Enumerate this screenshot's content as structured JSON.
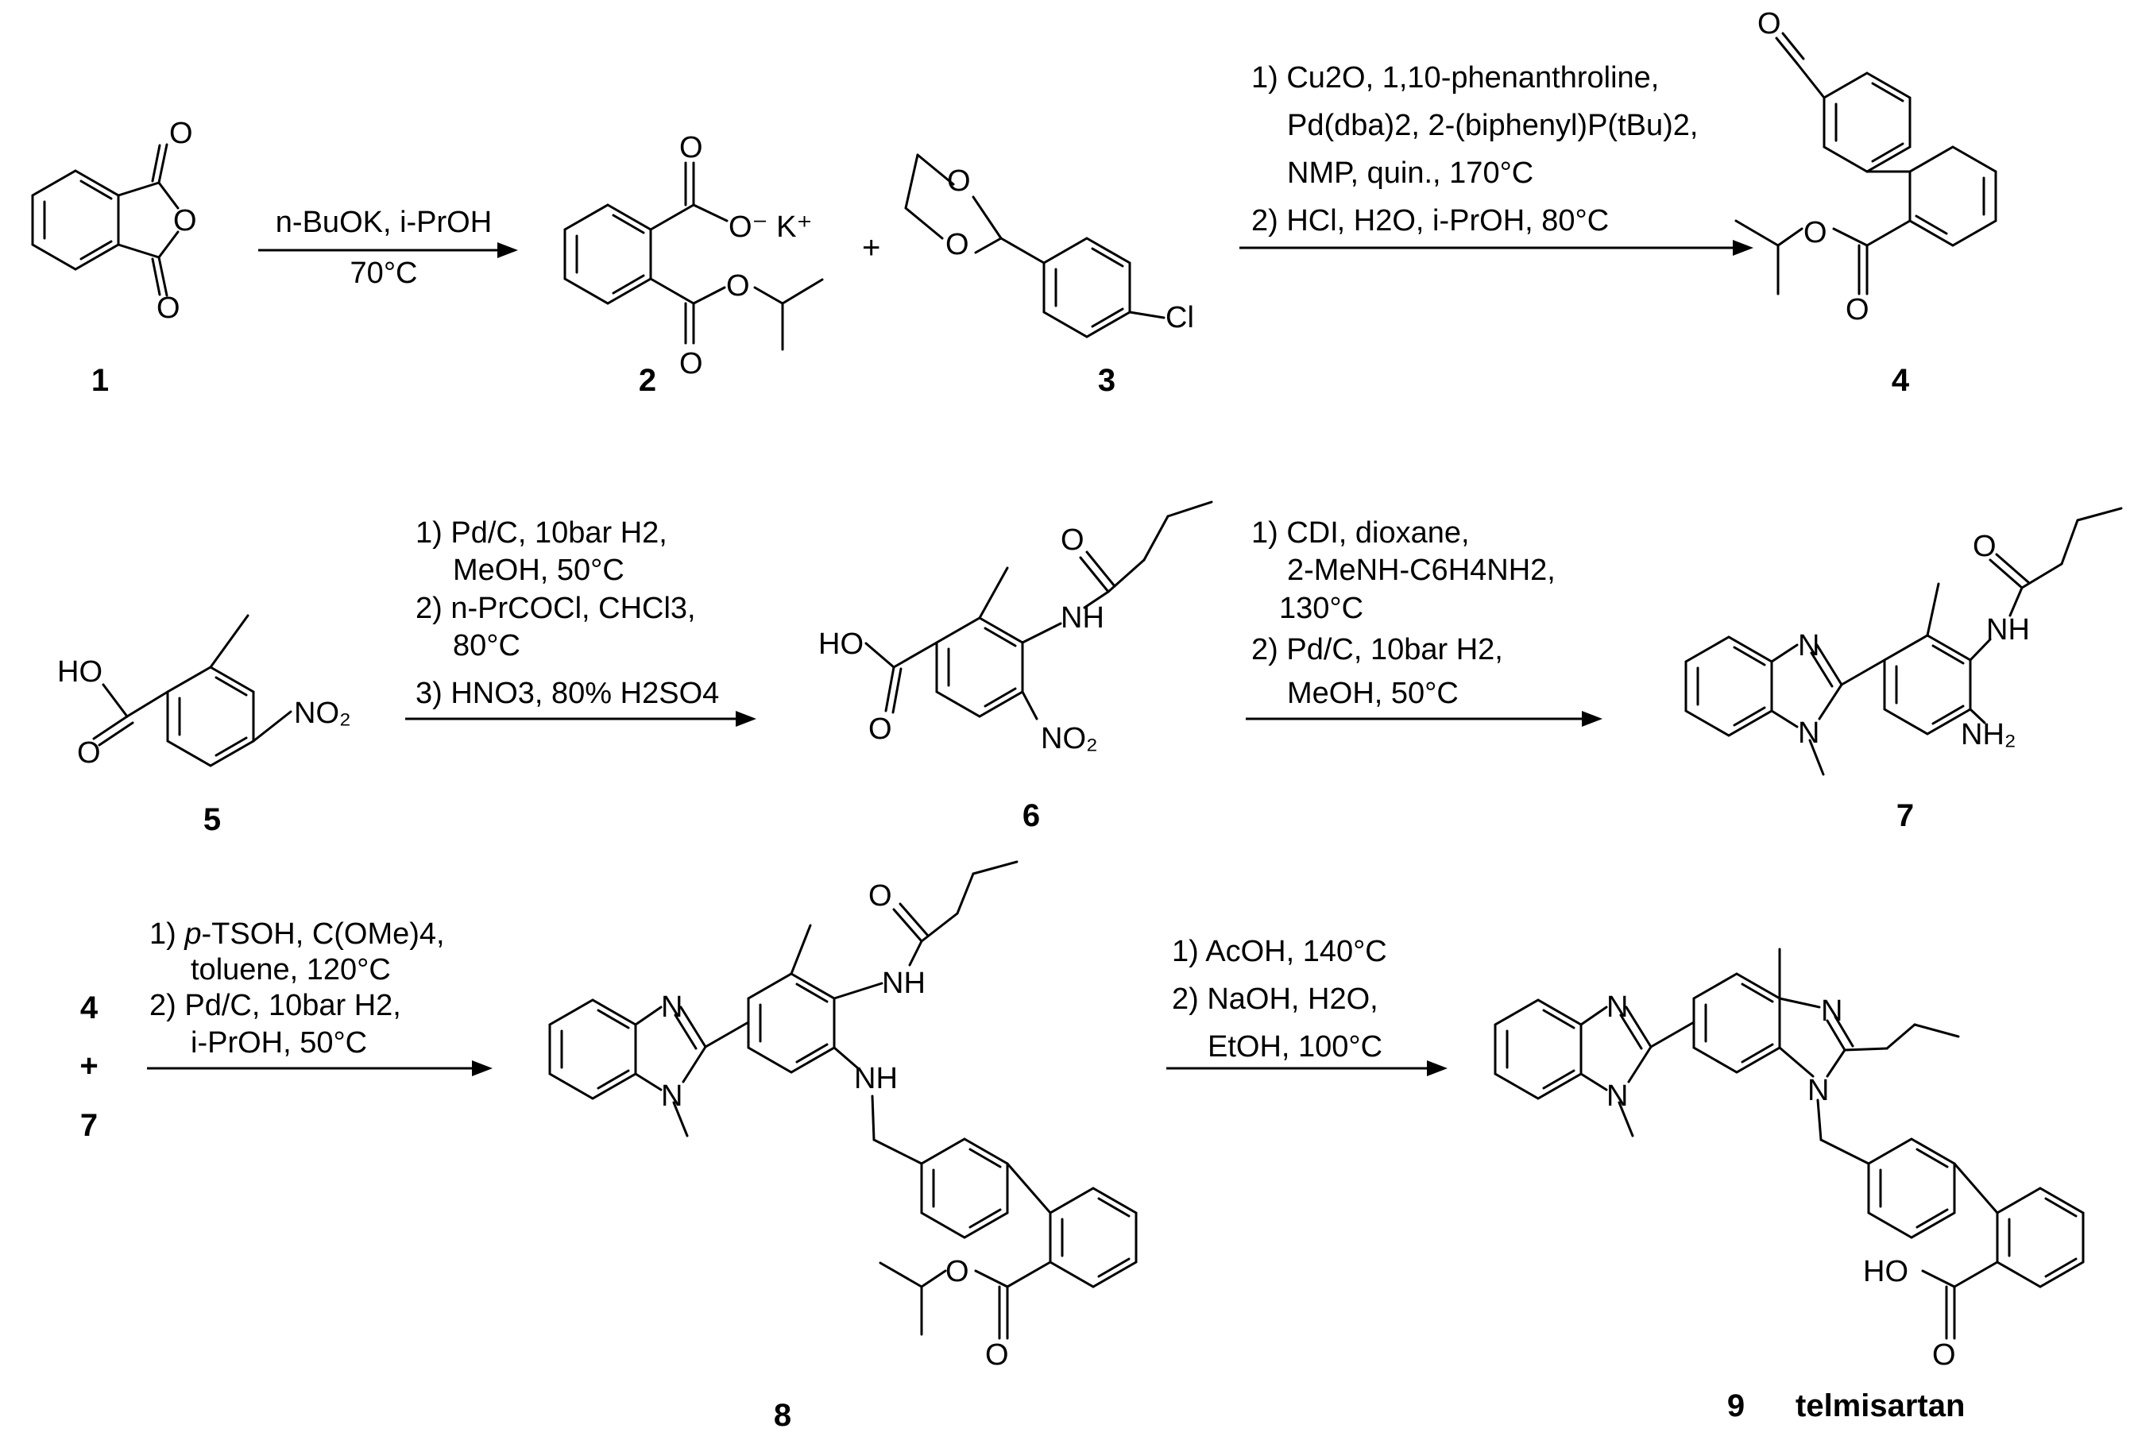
{
  "compounds": {
    "c1": "1",
    "c2": "2",
    "c3": "3",
    "c4": "4",
    "c5": "5",
    "c6": "6",
    "c7": "7",
    "c8": "8",
    "c9": "9",
    "c9_name": "telmisartan"
  },
  "plus_signs": {
    "row1": "+",
    "row3": "+"
  },
  "row3_reactants": {
    "top": "4",
    "bottom": "7"
  },
  "step1": {
    "line1": "n-BuOK, i-PrOH",
    "line2": "70°C"
  },
  "step2": {
    "line1": "1) Cu2O, 1,10-phenanthroline,",
    "line2": "Pd(dba)2, 2-(biphenyl)P(tBu)2,",
    "line3": "NMP, quin., 170°C",
    "line4": "2) HCl, H2O, i-PrOH, 80°C"
  },
  "step3": {
    "line1": "1) Pd/C, 10bar H2,",
    "line2": "MeOH, 50°C",
    "line3": "2) n-PrCOCl, CHCl3,",
    "line4": "80°C",
    "line5": "3) HNO3, 80% H2SO4"
  },
  "step4": {
    "line1": "1) CDI, dioxane,",
    "line2": "2-MeNH-C6H4NH2,",
    "line3": "130°C",
    "line4": "2) Pd/C, 10bar H2,",
    "line5": "MeOH,    50°C"
  },
  "step5": {
    "line1_prefix": "1) ",
    "line1_italic": "p",
    "line1_rest": "-TSOH, C(OMe)4,",
    "line2": "toluene, 120°C",
    "line3": "2) Pd/C, 10bar H2,",
    "line4": "i-PrOH, 50°C"
  },
  "step6": {
    "line1": "1) AcOH, 140°C",
    "line2": "2) NaOH, H2O,",
    "line3": "EtOH, 100°C"
  },
  "atoms": {
    "O": "O",
    "OK": "O⁻ K⁺",
    "Cl": "Cl",
    "HO": "HO",
    "NO2": "NO₂",
    "NH": "NH",
    "NH2": "NH₂",
    "N": "N"
  }
}
